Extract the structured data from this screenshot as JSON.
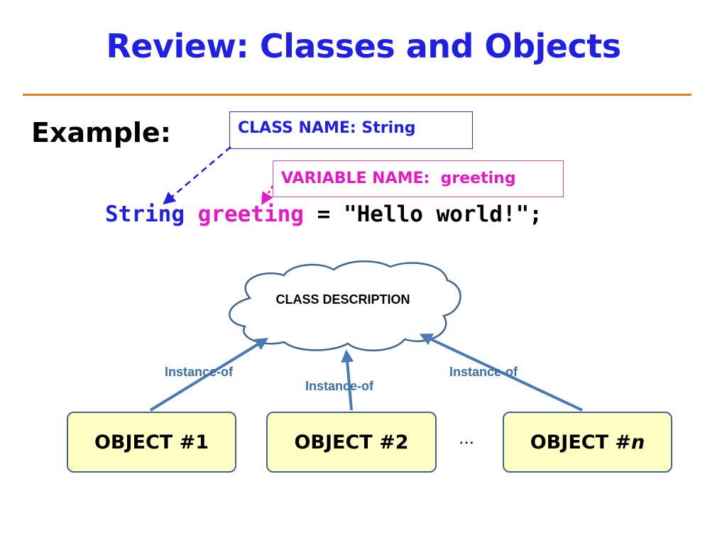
{
  "title": "Review: Classes and Objects",
  "example_label": "Example:",
  "callouts": {
    "class_name": "CLASS NAME: String",
    "variable_name": "VARIABLE NAME:  greeting"
  },
  "code": {
    "type": "String",
    "variable": "greeting",
    "rest": " = \"Hello world!\";"
  },
  "diagram": {
    "cloud_label": "CLASS DESCRIPTION",
    "instance_labels": [
      "Instance-of",
      "Instance-of",
      "Instance-of"
    ],
    "objects": [
      "OBJECT #1",
      "OBJECT #2",
      "OBJECT #"
    ],
    "object_n_suffix": "n",
    "ellipsis": "…"
  },
  "colors": {
    "title_blue": "#1f1fe6",
    "accent_orange": "#e97c1f",
    "magenta": "#e619c4",
    "arrow_blue": "#4a7ab5",
    "object_fill": "#ffffc4",
    "object_border": "#42668f"
  }
}
